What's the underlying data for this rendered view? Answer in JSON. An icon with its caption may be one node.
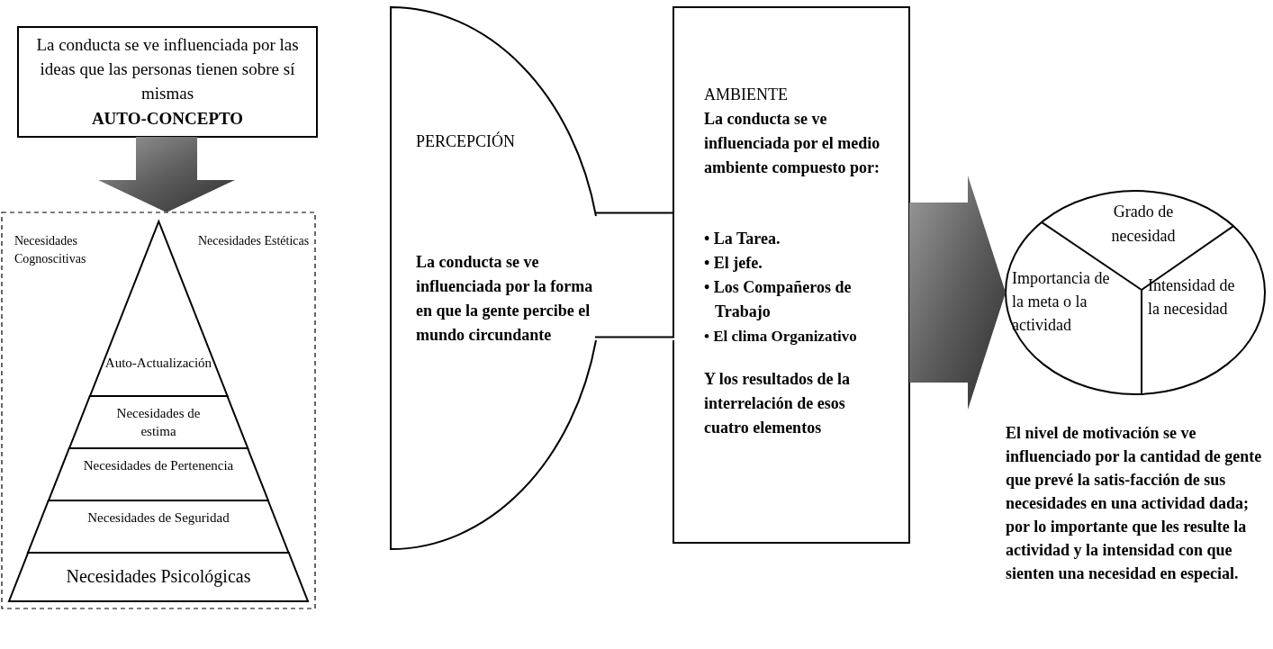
{
  "diagram": {
    "nodes": [
      {
        "text": [
          "La conducta se ve influenciada por las ideas que las personas tienen sobre sí mismas",
          "AUTO-CONCEPTO"
        ]
      },
      {
        "text": [
          "Necesidades Cognoscitivas",
          "Necesidades Estéticas"
        ]
      },
      {
        "text": [
          "Auto-Actualización"
        ],
        "in": 1
      },
      {
        "text": [
          "Necesidades de estima"
        ],
        "in": 1
      },
      {
        "text": [
          "Necesidades de Pertenencia"
        ],
        "in": 1
      },
      {
        "text": [
          "Necesidades de Seguridad"
        ],
        "in": 1
      },
      {
        "text": [
          "Necesidades Psicológicas"
        ],
        "in": 1
      },
      {
        "text": [
          "PERCEPCIÓN",
          "La conducta se ve influenciada por la forma en que la gente percibe el mundo circundante"
        ]
      },
      {
        "text": [
          "AMBIENTE",
          "La conducta se ve influenciada por el medio ambiente compuesto por:",
          "• La Tarea.",
          "• El jefe.",
          "• Los Compañeros de Trabajo",
          "• El clima Organizativo",
          "Y los resultados de la interrelación de esos cuatro elementos"
        ]
      },
      {
        "text": [],
        "shape": "circle",
        "beside": [
          "El nivel de motivación se ve influenciado por la cantidad de gente que prevé la satis-facción de sus necesidades en una actividad dada; por lo importante que les resulte la actividad y la intensidad con que sienten una necesidad en especial."
        ]
      },
      {
        "text": [
          "Grado de necesidad"
        ],
        "in": 9
      },
      {
        "text": [
          "Importancia de la meta o la actividad"
        ],
        "in": 9
      },
      {
        "text": [
          "Intensidad de la necesidad"
        ],
        "in": 9
      }
    ],
    "edges": [
      {
        "from": 0,
        "to": 1,
        "arrow": "to",
        "style": "thick"
      },
      {
        "from": 7,
        "to": 8,
        "arrow": "none"
      },
      {
        "from": 8,
        "to": 9,
        "arrow": "to",
        "style": "thick"
      }
    ]
  }
}
